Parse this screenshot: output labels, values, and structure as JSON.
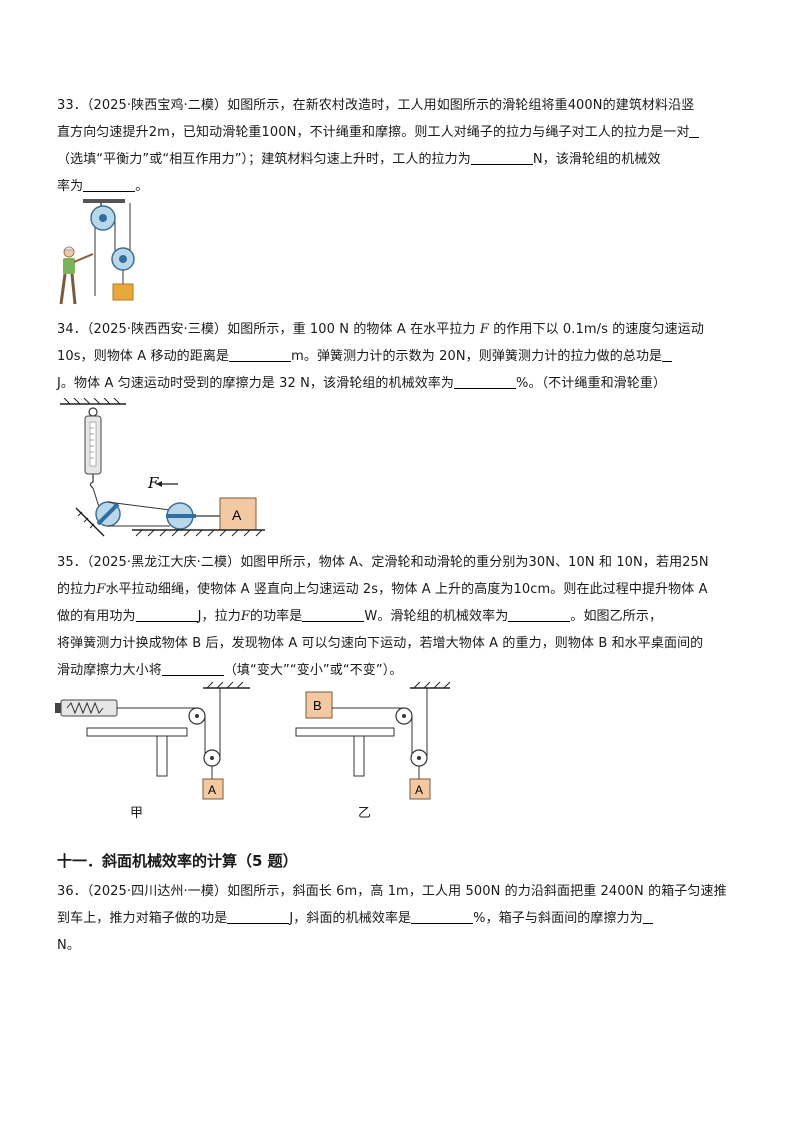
{
  "q33": {
    "l1": "33．（2025·陕西宝鸡·二模）如图所示，在新农村改造时，工人用如图所示的滑轮组将重400N的建筑材料沿竖",
    "l2": "直方向匀速提升2m，已知动滑轮重100N，不计绳重和摩擦。则工人对绳子的拉力与绳子对工人的拉力是一对",
    "l3a": "（选填“平衡力”或“相互作用力”）；建筑材料匀速上升时，工人的拉力为",
    "l3b": "N，该滑轮组的机械效",
    "l4a": "率为",
    "l4b": "。"
  },
  "q34": {
    "l1a": "34．（2025·陕西西安·三模）如图所示，重 100 N 的物体 A 在水平拉力",
    "l1var": "F",
    "l1b": "的作用下以 0.1m/s 的速度匀速运动",
    "l2a": "10s，则物体 A 移动的距离是",
    "l2b": "m。弹簧测力计的示数为 20N，则弹簧测力计的拉力做的总功是",
    "l3a": "J。物体 A 匀速运动时受到的摩擦力是 32 N，该滑轮组的机械效率为",
    "l3b": "%。（不计绳重和滑轮重）",
    "fig_F": "F",
    "fig_A": "A"
  },
  "q35": {
    "l1": "35．（2025·黑龙江大庆·二模）如图甲所示，物体 A、定滑轮和动滑轮的重分别为30N、10N 和 10N，若用25N",
    "l2a": "的拉力",
    "l2var": "F",
    "l2b": "水平拉动细绳，使物体 A 竖直向上匀速运动 2s，物体 A 上升的高度为10cm。则在此过程中提升物体 A",
    "l3a": "做的有用功为",
    "l3b": "J，拉力",
    "l3var": "F",
    "l3c": "的功率是",
    "l3d": "W。滑轮组的机械效率为",
    "l3e": "。如图乙所示，",
    "l4": "将弹簧测力计换成物体 B 后，发现物体 A 可以匀速向下运动，若增大物体 A 的重力，则物体 B 和水平桌面间的",
    "l5a": "滑动摩擦力大小将",
    "l5b": "（填“变大”“变小”或“不变”）。",
    "fig_A1": "A",
    "fig_A2": "A",
    "fig_B": "B",
    "cap_jia": "甲",
    "cap_yi": "乙"
  },
  "section": {
    "title": "十一．斜面机械效率的计算（5 题）"
  },
  "q36": {
    "l1": "36．（2025·四川达州·一模）如图所示，斜面长 6m，高 1m，工人用 500N 的力沿斜面把重 2400N 的箱子匀速推",
    "l2a": "到车上，推力对箱子做的功是",
    "l2b": "J，斜面的机械效率是",
    "l2c": "%，箱子与斜面间的摩擦力为",
    "l3": "N。"
  }
}
